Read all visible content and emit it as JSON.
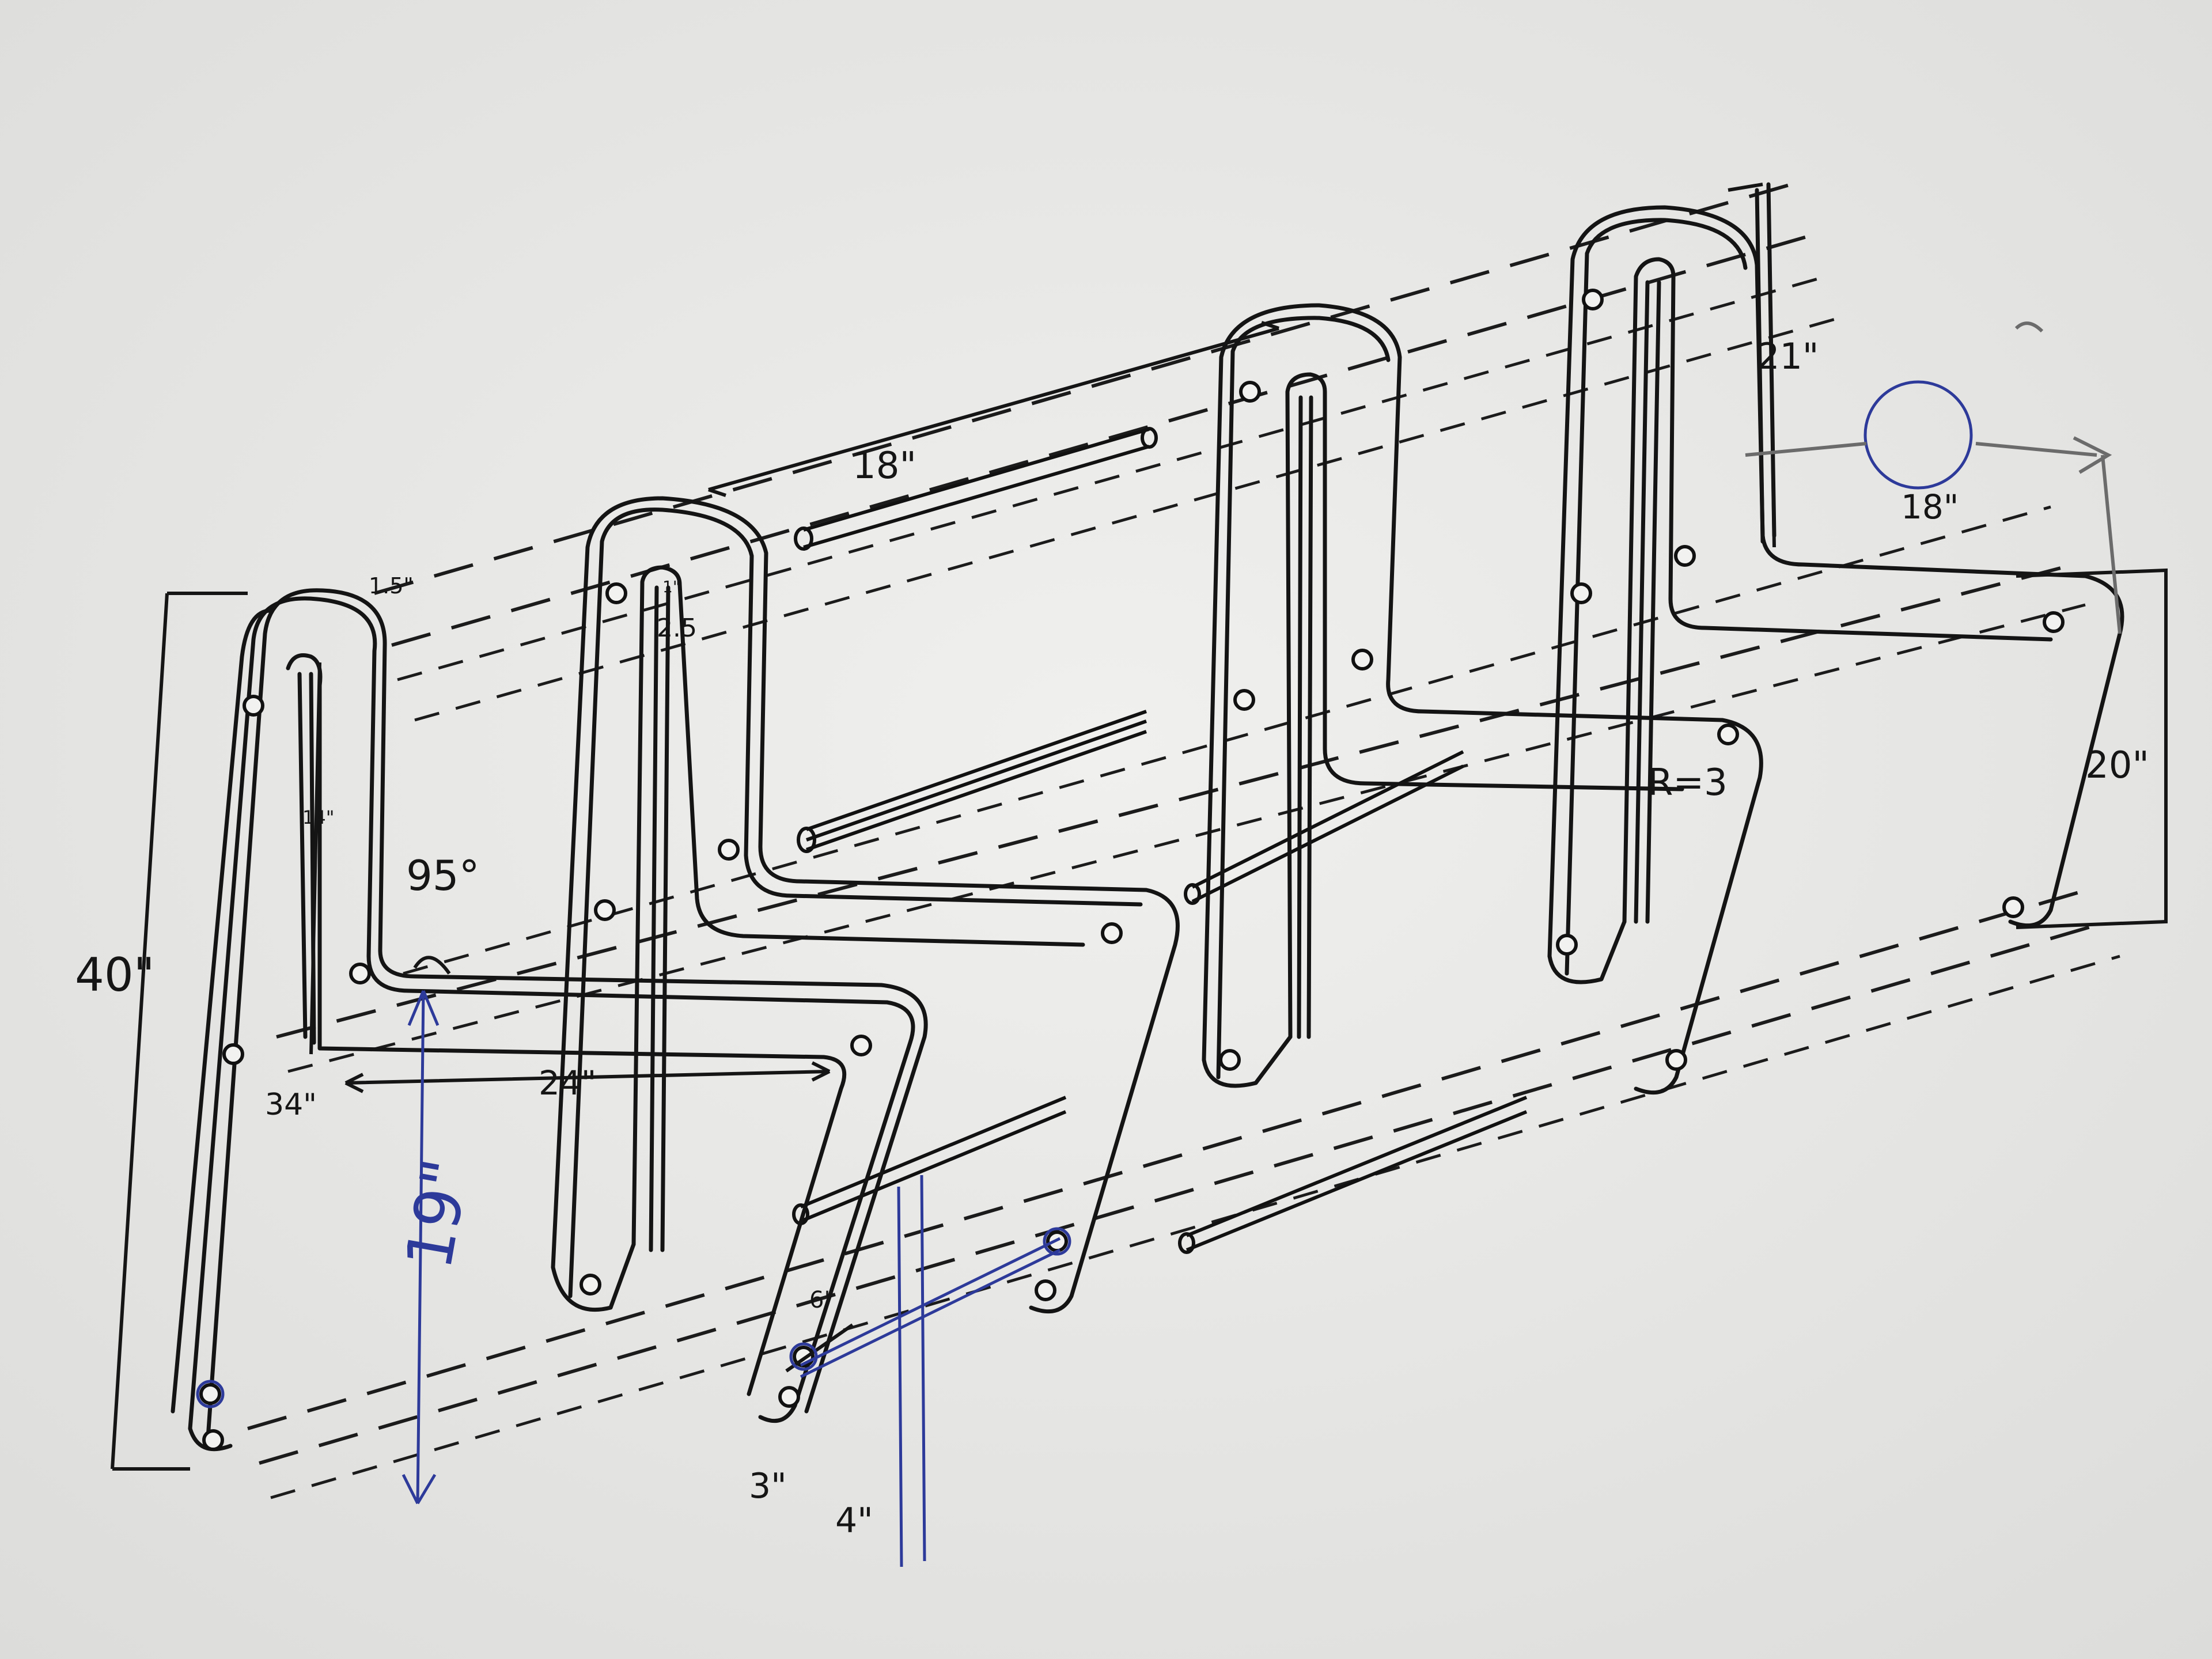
{
  "dimensions": {
    "overall_height": "40\"",
    "lower_height": "34\"",
    "angle": "95°",
    "seat_depth": "24\"",
    "slot_length": "14\"",
    "thickness": "1.5\"",
    "slot_width": "2.5",
    "rod_length": "18\"",
    "back_height": "21\"",
    "spacing": "18\"",
    "leg_height": "20\"",
    "radius": "R=3",
    "foot_width": "6\"",
    "offset_a": "3\"",
    "offset_b": "4\"",
    "seat_height": "19\"",
    "slot_width_small": "1\""
  },
  "colors": {
    "paper": "#e7e7e5",
    "ink": "#141414",
    "blue_pen": "#2d3a9a",
    "pencil": "#6b6b6b"
  }
}
